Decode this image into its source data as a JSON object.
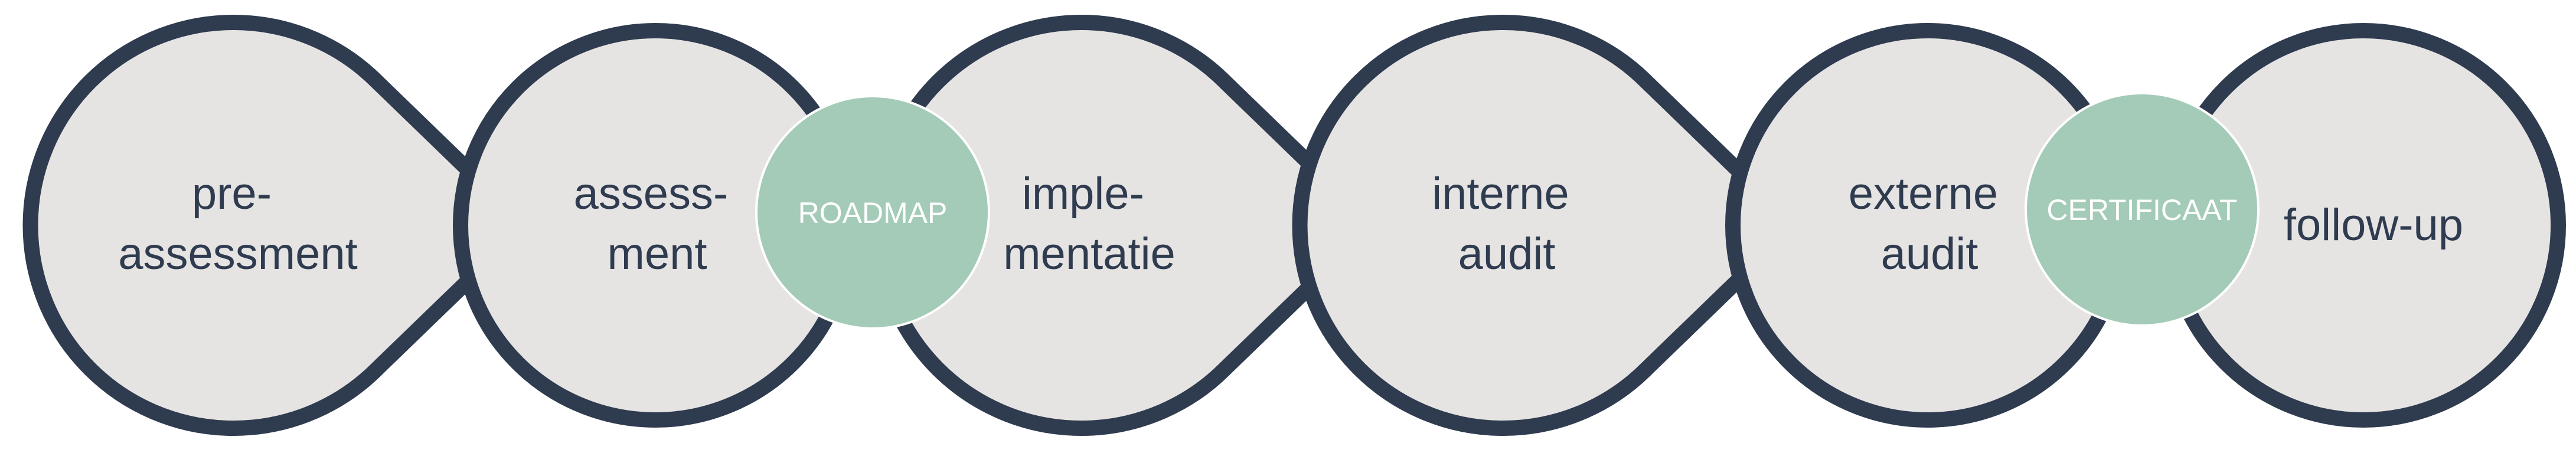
{
  "stages": [
    {
      "id": "pre-assessment",
      "lines": [
        "pre-",
        "assessment"
      ]
    },
    {
      "id": "assessment",
      "lines": [
        "assess-",
        "ment"
      ]
    },
    {
      "id": "implementatie",
      "lines": [
        "imple-",
        "mentatie"
      ]
    },
    {
      "id": "interne-audit",
      "lines": [
        "interne",
        "audit"
      ]
    },
    {
      "id": "externe-audit",
      "lines": [
        "externe",
        "audit"
      ]
    },
    {
      "id": "follow-up",
      "lines": [
        "follow-up"
      ]
    }
  ],
  "milestones": [
    {
      "id": "roadmap",
      "label": "ROADMAP"
    },
    {
      "id": "certificaat",
      "label": "CERTIFICAAT"
    }
  ],
  "colors": {
    "circle_fill": "#e6e4e3",
    "outline": "#2f3b4f",
    "milestone_fill": "#a3cbb8",
    "milestone_text": "#ffffff",
    "label_text": "#2f3b4f"
  }
}
